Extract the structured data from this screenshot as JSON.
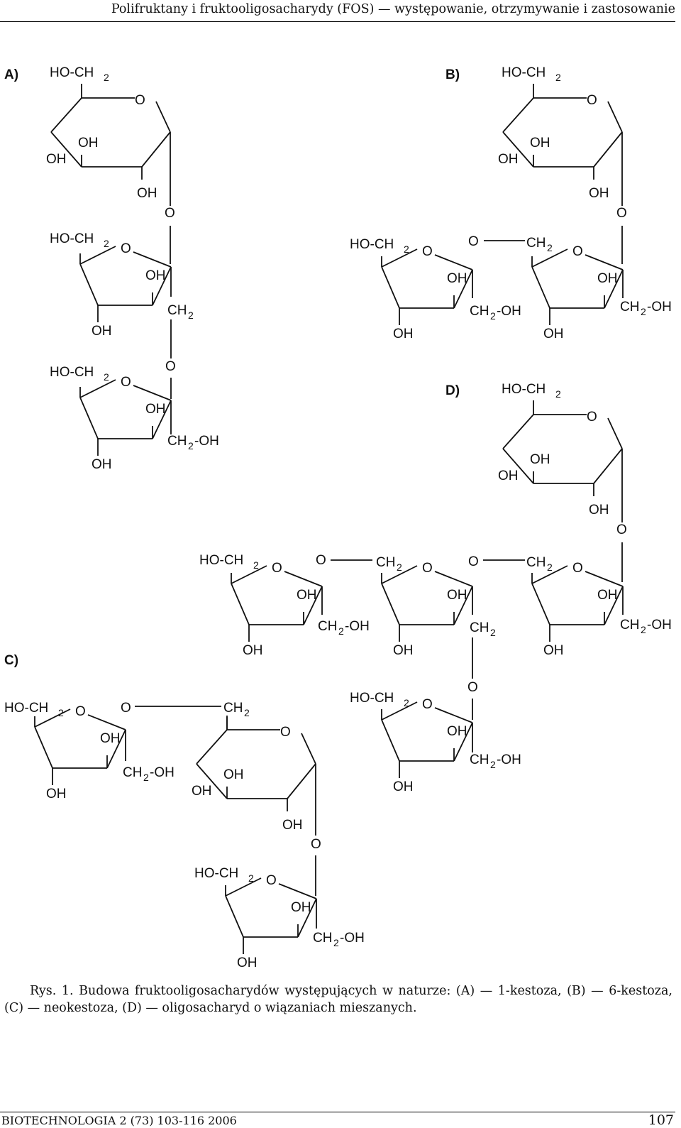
{
  "header": {
    "running_title": "Polifruktany i fruktooligosacharydy (FOS) — występowanie, otrzymywanie i zastosowanie"
  },
  "figure": {
    "panel_labels": {
      "A": "A)",
      "B": "B)",
      "C": "C)",
      "D": "D)"
    },
    "atoms": {
      "HO_CH2": "HO-CH",
      "CH2": "CH",
      "CH2_OH_a": "CH",
      "CH2_OH_b": "-OH",
      "O": "O",
      "OH": "OH",
      "sub2": "2"
    }
  },
  "caption": {
    "line1": "Rys. 1. Budowa fruktooligosacharydów występujących w naturze: (A) — 1-kestoza, (B) — 6-kestoza,",
    "line2": "(C) — neokestoza, (D) — oligosacharyd o wiązaniach mieszanych."
  },
  "footer": {
    "journal": "BIOTECHNOLOGIA 2 (73) 103-116 2006",
    "page_number": "107"
  }
}
